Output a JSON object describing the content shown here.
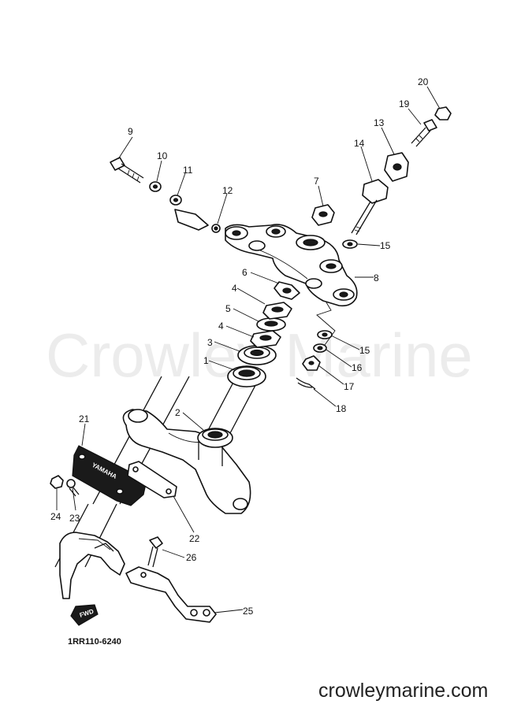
{
  "watermark": "Crowley Marine",
  "diagram_code": "1RR110-6240",
  "footer_url": "crowleymarine.com",
  "callouts": [
    {
      "label": "1"
    },
    {
      "label": "2"
    },
    {
      "label": "3"
    },
    {
      "label": "4"
    },
    {
      "label": "4"
    },
    {
      "label": "5"
    },
    {
      "label": "6"
    },
    {
      "label": "7"
    },
    {
      "label": "8"
    },
    {
      "label": "9"
    },
    {
      "label": "10"
    },
    {
      "label": "11"
    },
    {
      "label": "12"
    },
    {
      "label": "13"
    },
    {
      "label": "14"
    },
    {
      "label": "15"
    },
    {
      "label": "15"
    },
    {
      "label": "16"
    },
    {
      "label": "17"
    },
    {
      "label": "18"
    },
    {
      "label": "19"
    },
    {
      "label": "20"
    },
    {
      "label": "21"
    },
    {
      "label": "22"
    },
    {
      "label": "23"
    },
    {
      "label": "24"
    },
    {
      "label": "25"
    },
    {
      "label": "26"
    }
  ]
}
